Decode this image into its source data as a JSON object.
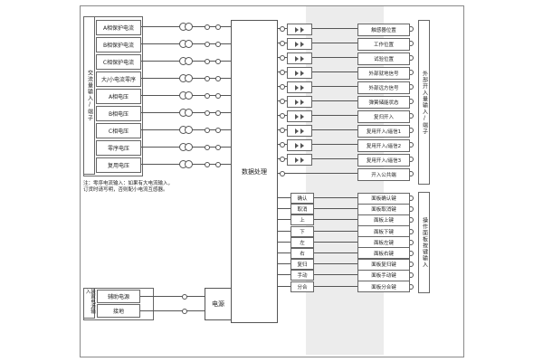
{
  "ac_inputs": {
    "group_label": "交流量输入/端子",
    "rows": [
      {
        "label": "A相保护电流"
      },
      {
        "label": "B相保护电流"
      },
      {
        "label": "C相保护电流"
      },
      {
        "label": "大/小电流零序"
      },
      {
        "label": "A相电压"
      },
      {
        "label": "B相电压"
      },
      {
        "label": "C相电压"
      },
      {
        "label": "零序电压"
      },
      {
        "label": "复用电压"
      }
    ]
  },
  "note": "注：零序电流输入：如果有大电流输入，订货时请写明，否则配小电流互感器。",
  "cpu": {
    "label": "数据处理"
  },
  "digital_inputs": {
    "group_label": "外部开入量输入/端子",
    "rows": [
      {
        "label": "触感器位置"
      },
      {
        "label": "工作位置"
      },
      {
        "label": "试验位置"
      },
      {
        "label": "外部就地信号"
      },
      {
        "label": "外部远方信号"
      },
      {
        "label": "弹簧储能状态"
      },
      {
        "label": "复归开入"
      },
      {
        "label": "复用开入/遥信1"
      },
      {
        "label": "复用开入/遥信2"
      },
      {
        "label": "复用开入/遥信3"
      },
      {
        "label": "开入公共端",
        "no_opto": true
      }
    ]
  },
  "panel_keys": {
    "group_label": "操作面板按键输入",
    "rows": [
      {
        "button": "确认",
        "label": "面板确认键"
      },
      {
        "button": "取消",
        "label": "面板取消键"
      },
      {
        "button": "上",
        "label": "面板上键"
      },
      {
        "button": "下",
        "label": "面板下键"
      },
      {
        "button": "左",
        "label": "面板左键"
      },
      {
        "button": "右",
        "label": "面板右键"
      },
      {
        "button": "复归",
        "label": "面板复归键"
      },
      {
        "button": "手动",
        "label": "面板手动键"
      },
      {
        "button": "分合",
        "label": "面板分合键"
      }
    ]
  },
  "power": {
    "group_label": "装置电源输入",
    "rows": [
      "辅助电源",
      "接地"
    ],
    "module_label": "电源"
  }
}
